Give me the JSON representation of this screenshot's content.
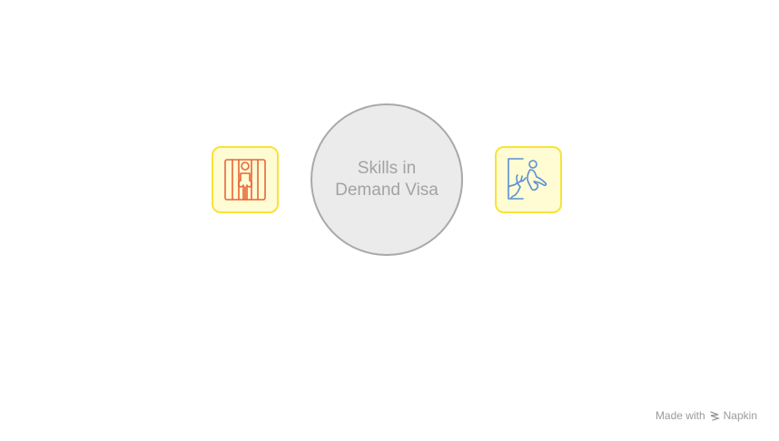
{
  "diagram": {
    "center_label": "Skills in Demand Visa",
    "left_icon": {
      "name": "prison-bars-person-icon",
      "color": "#e8653a"
    },
    "right_icon": {
      "name": "person-exiting-door-icon",
      "color": "#5b8fd6"
    }
  },
  "watermark": {
    "prefix": "Made with",
    "brand": "Napkin"
  },
  "colors": {
    "circle_fill": "#ebebeb",
    "circle_stroke": "#a9a9a9",
    "box_fill": "#fffbd3",
    "box_stroke": "#f7e33a"
  }
}
